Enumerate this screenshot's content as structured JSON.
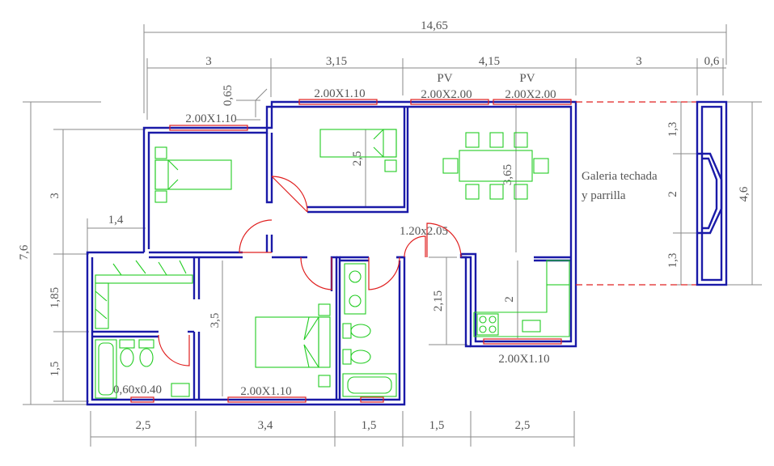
{
  "dimensions": {
    "overall_width": "14,65",
    "top_segments": [
      "3",
      "3,15",
      "4,15",
      "3",
      "0,6"
    ],
    "offset_small": "0,65",
    "bottom_segments": [
      "2,5",
      "3,4",
      "1,5",
      "1,5",
      "2,5"
    ],
    "left_overall": "7,6",
    "left_segments": [
      "3",
      "1,85",
      "1,5"
    ],
    "left_step": "1,4",
    "right_overall": "4,6",
    "right_segments": [
      "1,3",
      "2",
      "1,3"
    ],
    "room_heights": {
      "bedroom_top_mid": "2,5",
      "dining": "3,65",
      "bedroom_main": "3,5",
      "kitchen": "2",
      "entry": "2,15"
    }
  },
  "openings": {
    "win_bed_left": "2.00X1.10",
    "win_bed_mid": "2.00X1.10",
    "pv_label_1": "PV",
    "pv_label_2": "PV",
    "win_pv_1": "2.00X2.00",
    "win_pv_2": "2.00X2.00",
    "entry_door": "1.20x2.05",
    "win_bath": "0,60x0.40",
    "win_bed_main": "2.00X1.10",
    "win_kitchen": "2.00X1.10"
  },
  "labels": {
    "gallery_line1": "Galeria techada",
    "gallery_line2": "y parrilla"
  },
  "colors": {
    "wall": "#1a1aa8",
    "opening": "#e02020",
    "furniture": "#22cc22",
    "dimension": "#8a8a8a"
  }
}
